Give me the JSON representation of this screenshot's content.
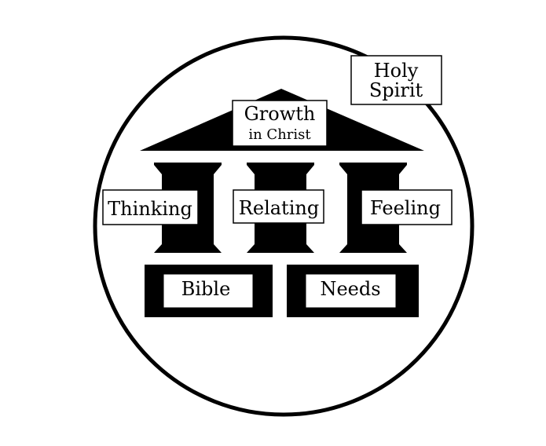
{
  "labels": {
    "holy_spirit_line1": "Holy",
    "holy_spirit_line2": "Spirit",
    "growth_line1": "Growth",
    "growth_line2": "in Christ",
    "pillar_left": "Thinking",
    "pillar_center": "Relating",
    "pillar_right": "Feeling",
    "foundation_left": "Bible",
    "foundation_right": "Needs"
  },
  "colors": {
    "ink": "#000000",
    "paper": "#ffffff"
  }
}
